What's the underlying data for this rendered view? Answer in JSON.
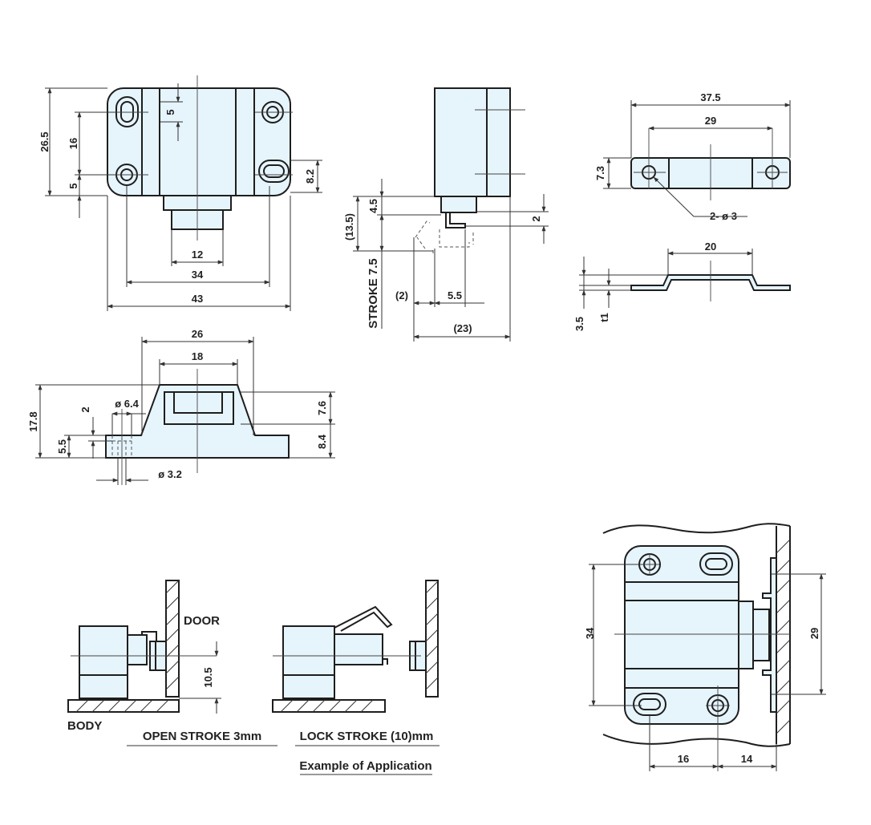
{
  "accent_fill": "#e6f4fc",
  "line_color": "#1e1e1e",
  "dimensions": {
    "front": [
      "26.5",
      "16",
      "5",
      "5",
      "8.2",
      "12",
      "34",
      "43"
    ],
    "side": [
      "4.5",
      "(13.5)",
      "STROKE 7.5",
      "2",
      "(2)",
      "5.5",
      "(23)"
    ],
    "plate": [
      "37.5",
      "29",
      "7.3",
      "2- ø 3",
      "20",
      "3.5",
      "t1"
    ],
    "bottom": [
      "26",
      "18",
      "17.8",
      "ø 6.4",
      "2",
      "5.5",
      "7.6",
      "8.4",
      "ø 3.2"
    ],
    "application": [
      "10.5",
      "34",
      "29",
      "16",
      "14"
    ]
  },
  "labels": {
    "door": "DOOR",
    "body": "BODY",
    "open_stroke": "OPEN STROKE 3mm",
    "lock_stroke": "LOCK STROKE (10)mm",
    "example": "Example of Application"
  }
}
